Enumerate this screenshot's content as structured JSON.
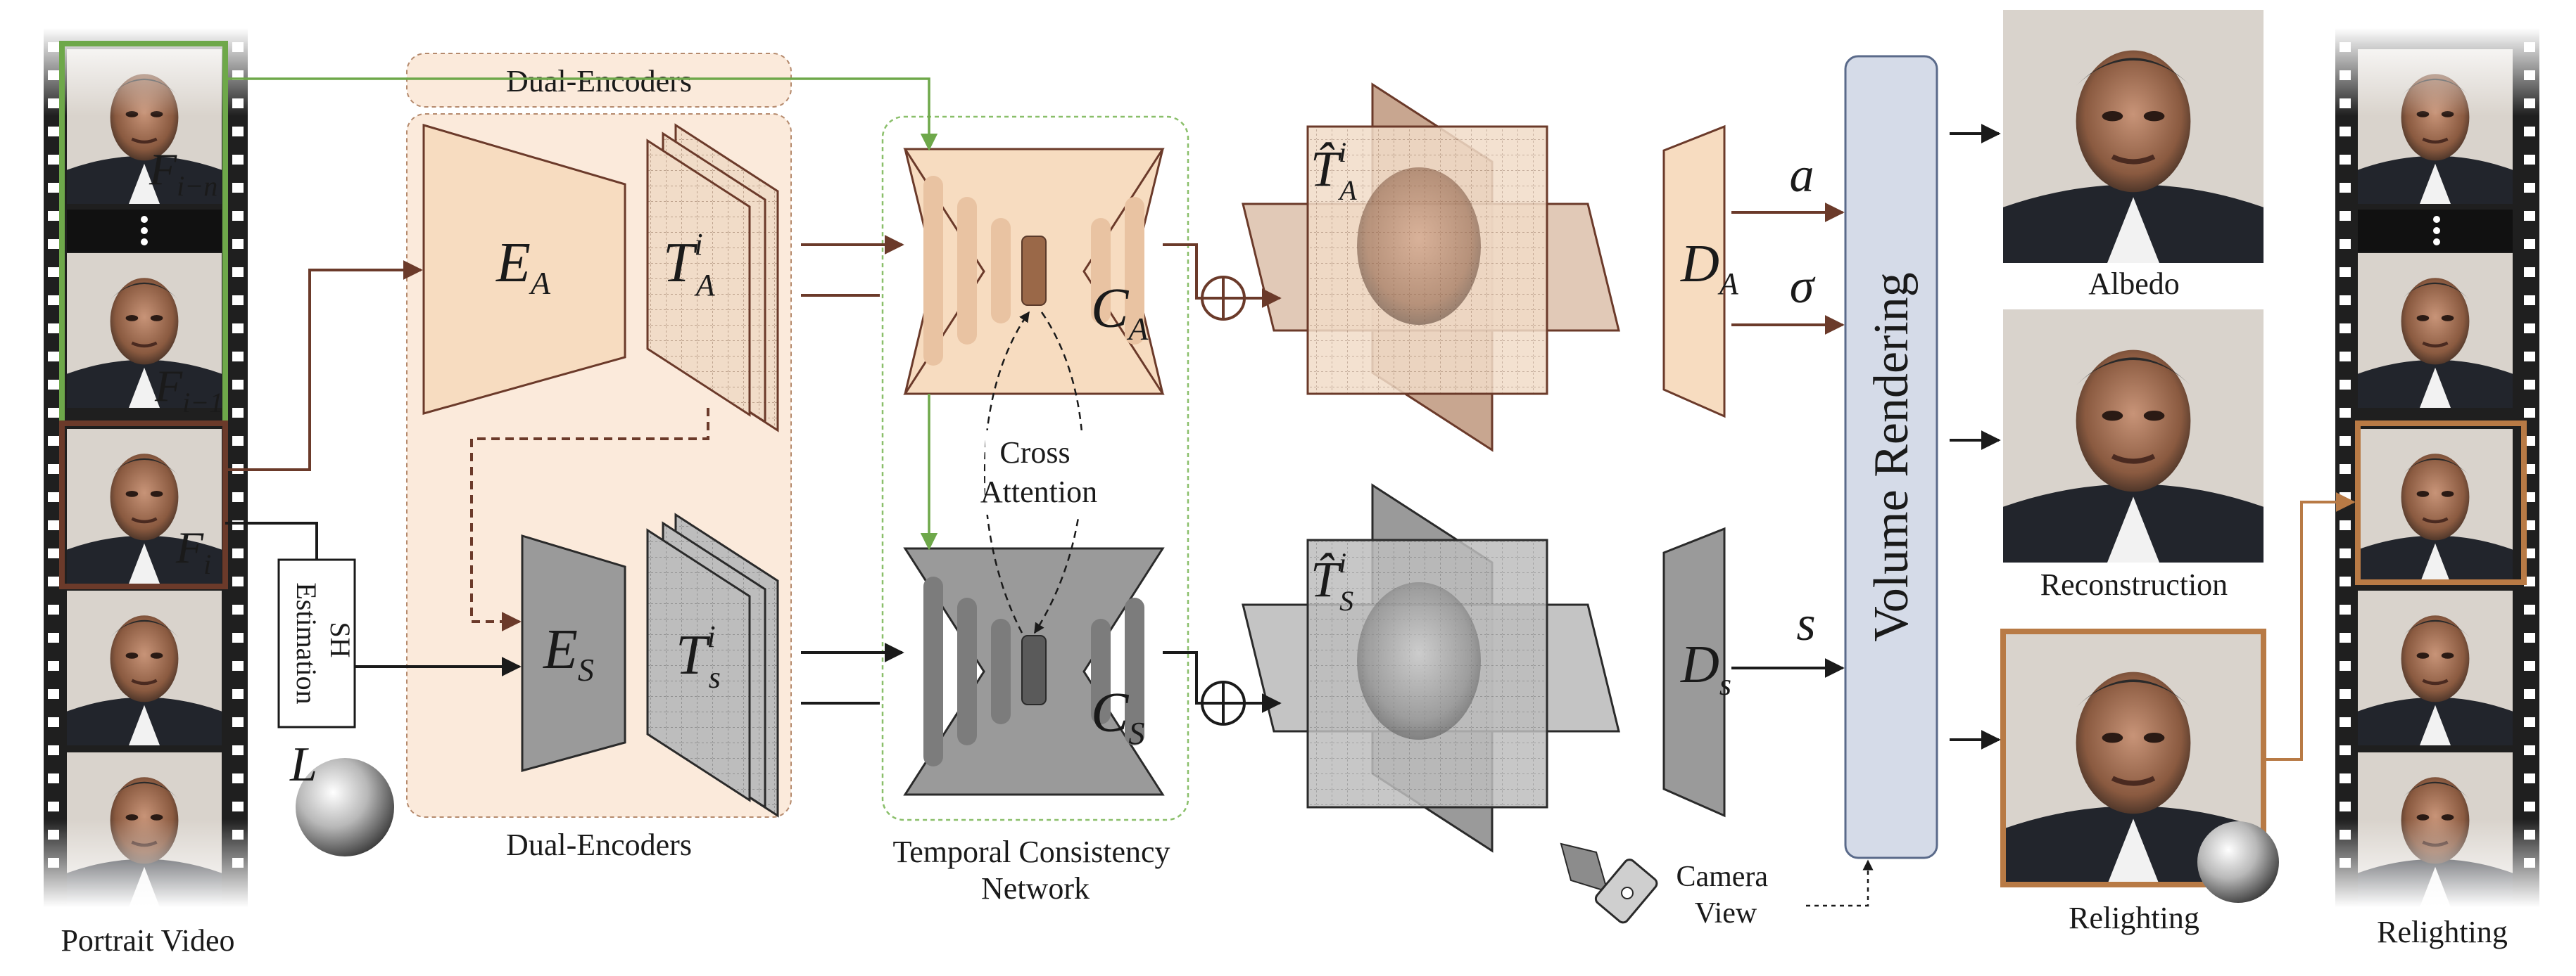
{
  "labels": {
    "portrait_video": "Portrait Video",
    "dual_encoders_top": "Dual-Encoders",
    "dual_encoders_bottom": "Dual-Encoders",
    "temporal_consistency_line1": "Temporal Consistency",
    "temporal_consistency_line2": "Network",
    "cross_attention_line1": "Cross",
    "cross_attention_line2": "Attention",
    "sh_estimation_line1": "SH",
    "sh_estimation_line2": "Estimation",
    "volume_rendering": "Volume Rendering",
    "camera_view_line1": "Camera",
    "camera_view_line2": "View",
    "albedo": "Albedo",
    "reconstruction": "Reconstruction",
    "relighting_mid": "Relighting",
    "relighting_right": "Relighting",
    "light_symbol": "L",
    "output_a": "a",
    "output_sigma": "σ",
    "output_s": "s"
  },
  "math": {
    "F_in": {
      "base": "F",
      "sub": "i−n"
    },
    "F_i1": {
      "base": "F",
      "sub": "i−1"
    },
    "F_i": {
      "base": "F",
      "sub": "i"
    },
    "E_A": {
      "base": "E",
      "sub": "A"
    },
    "E_S": {
      "base": "E",
      "sub": "S"
    },
    "T_A": {
      "base": "T",
      "sub": "A",
      "sup": "i"
    },
    "T_s": {
      "base": "T",
      "sub": "s",
      "sup": "i"
    },
    "C_A": {
      "base": "C",
      "sub": "A"
    },
    "C_S": {
      "base": "C",
      "sub": "S"
    },
    "That_A": {
      "base": "T̂",
      "sub": "A",
      "sup": "i"
    },
    "That_S": {
      "base": "T̂",
      "sub": "S",
      "sup": "i"
    },
    "D_A": {
      "base": "D",
      "sub": "A"
    },
    "D_s": {
      "base": "D",
      "sub": "s"
    }
  },
  "colors": {
    "albedo_fill": "#f7dcc0",
    "albedo_stroke": "#6b3a2a",
    "albedo_bar": "#e9c3a2",
    "shading_fill": "#9a9a9a",
    "shading_stroke": "#2a2a2a",
    "shading_bar": "#7c7c7c",
    "green": "#6ea84a",
    "brown_arrow": "#6b3a2a",
    "relight_orange": "#b87a45",
    "volume_fill": "#d5dbe8",
    "volume_stroke": "#5a6a8a",
    "dual_bg": "#fbeadb"
  },
  "icons": [
    "film-strip-icon",
    "face-thumbnail-icon",
    "sphere-light-icon",
    "camera-icon",
    "plus-circle-icon",
    "arrow-icon"
  ]
}
